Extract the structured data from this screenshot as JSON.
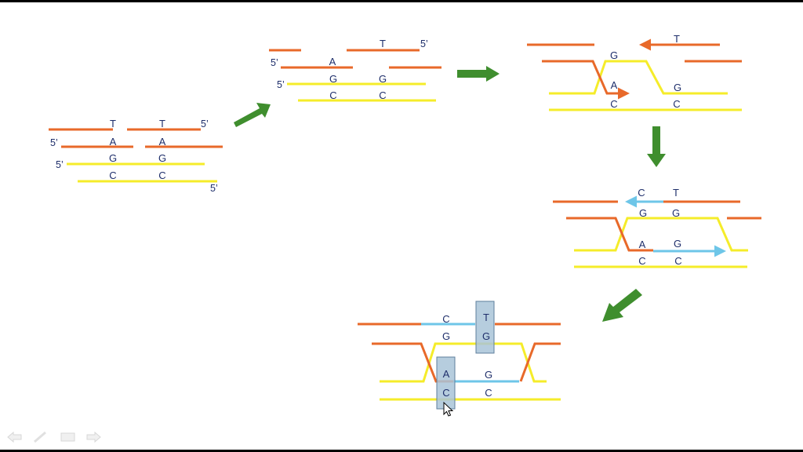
{
  "colors": {
    "strand_a": "#E8692A",
    "strand_b": "#F5EC2A",
    "new_dna": "#6EC6E8",
    "arrow": "#3F8E2E",
    "label": "#1F2F6B",
    "highlight_fill": "#A9C4D8",
    "highlight_stroke": "#5F7F9C",
    "slide_bg": "#FFFFFF",
    "frame_bg": "#000000"
  },
  "labels": {
    "five_prime": "5’"
  },
  "stage1": {
    "top_bases": [
      "T",
      "T"
    ],
    "orange_bases": [
      "A",
      "A"
    ],
    "yellow_bases_a": [
      "G",
      "G"
    ],
    "yellow_bases_b": [
      "C",
      "C"
    ]
  },
  "stage2": {
    "top_base": "T",
    "orange_base": "A",
    "yellow_bases_a": [
      "G",
      "G"
    ],
    "yellow_bases_b": [
      "C",
      "C"
    ]
  },
  "stage3": {
    "invading_base": "G",
    "top_base": "T",
    "middle_bases": [
      "A",
      "G"
    ],
    "bottom_bases": [
      "C",
      "C"
    ]
  },
  "stage4": {
    "top_bases": [
      "C",
      "T"
    ],
    "upper_bases": [
      "G",
      "G"
    ],
    "middle_bases": [
      "A",
      "G"
    ],
    "bottom_bases": [
      "C",
      "C"
    ]
  },
  "stage5": {
    "top_bases": [
      "C",
      "T"
    ],
    "upper_bases": [
      "G",
      "G"
    ],
    "middle_bases": [
      "A",
      "G"
    ],
    "bottom_bases": [
      "C",
      "C"
    ]
  },
  "nav_icons": [
    "back-arrow-icon",
    "pen-icon",
    "menu-icon",
    "forward-arrow-icon"
  ]
}
